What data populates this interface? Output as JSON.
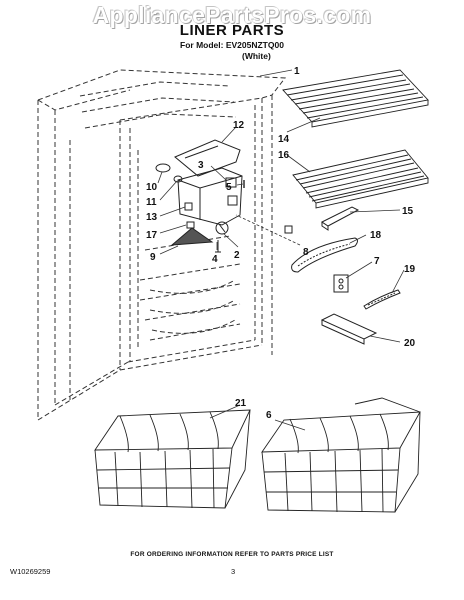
{
  "watermark": "AppliancePartsPros.com",
  "title": "LINER PARTS",
  "model_line": "For Model: EV205NZTQ00",
  "color_line": "(White)",
  "footer": "FOR ORDERING INFORMATION REFER TO PARTS PRICE LIST",
  "doc_number": "W10269259",
  "page_number": "3",
  "callouts": [
    {
      "id": "callout-1",
      "label": "1"
    },
    {
      "id": "callout-14",
      "label": "14"
    },
    {
      "id": "callout-16",
      "label": "16"
    },
    {
      "id": "callout-15",
      "label": "15"
    },
    {
      "id": "callout-12",
      "label": "12"
    },
    {
      "id": "callout-3",
      "label": "3"
    },
    {
      "id": "callout-5",
      "label": "5"
    },
    {
      "id": "callout-10",
      "label": "10"
    },
    {
      "id": "callout-11",
      "label": "11"
    },
    {
      "id": "callout-13",
      "label": "13"
    },
    {
      "id": "callout-17",
      "label": "17"
    },
    {
      "id": "callout-8",
      "label": "8"
    },
    {
      "id": "callout-18",
      "label": "18"
    },
    {
      "id": "callout-9",
      "label": "9"
    },
    {
      "id": "callout-4",
      "label": "4"
    },
    {
      "id": "callout-2",
      "label": "2"
    },
    {
      "id": "callout-7",
      "label": "7"
    },
    {
      "id": "callout-19",
      "label": "19"
    },
    {
      "id": "callout-20",
      "label": "20"
    },
    {
      "id": "callout-21",
      "label": "21"
    },
    {
      "id": "callout-6",
      "label": "6"
    }
  ]
}
